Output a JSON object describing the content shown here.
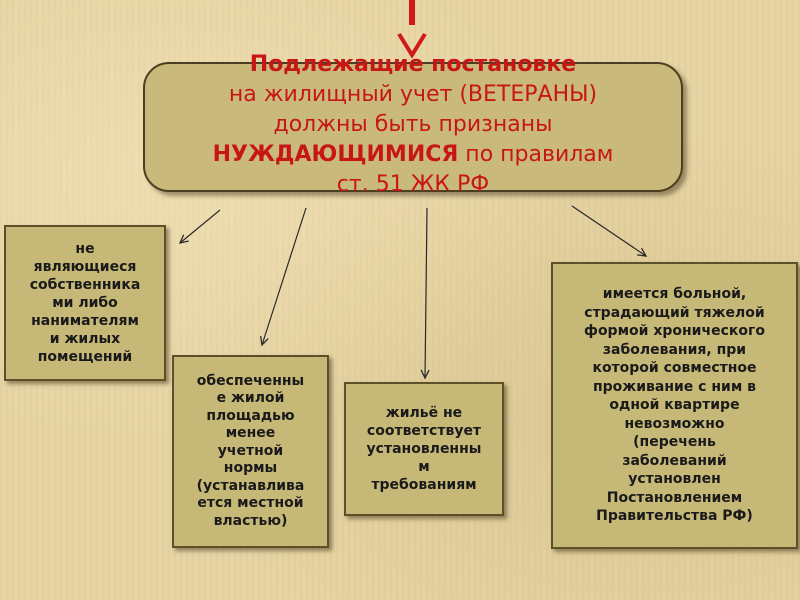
{
  "main": {
    "line1": "Подлежащие постановке",
    "line2": "на жилищный учет (ВЕТЕРАНЫ)",
    "line3": "должны быть признаны",
    "line4_bold": "НУЖДАЮЩИМИСЯ",
    "line4_rest": " по правилам",
    "line5": "ст. 51 ЖК РФ"
  },
  "boxes": {
    "b1": [
      "не",
      "являющиеся",
      "собственника",
      "ми либо",
      "нанимателям",
      "и жилых",
      "помещений"
    ],
    "b2": [
      "обеспеченны",
      "е жилой",
      "площадью",
      "менее",
      "учетной",
      "нормы",
      "(устанавлива",
      "ется местной",
      "властью)"
    ],
    "b3": [
      "жильё не",
      "соответствует",
      "установленны",
      "м",
      "требованиям"
    ],
    "b4": [
      "имеется больной,",
      "страдающий тяжелой",
      "формой хронического",
      "заболевания, при",
      "которой совместное",
      "проживание с ним в",
      "одной квартире",
      "невозможно",
      "(перечень",
      "заболеваний",
      "установлен",
      "Постановлением",
      "Правительства РФ)"
    ]
  },
  "colors": {
    "background": "#e6d4a4",
    "box_fill": "#c6b877",
    "title_text": "#c81616",
    "accent_arrow": "#d11a1a",
    "connector": "#2a2a2a"
  }
}
